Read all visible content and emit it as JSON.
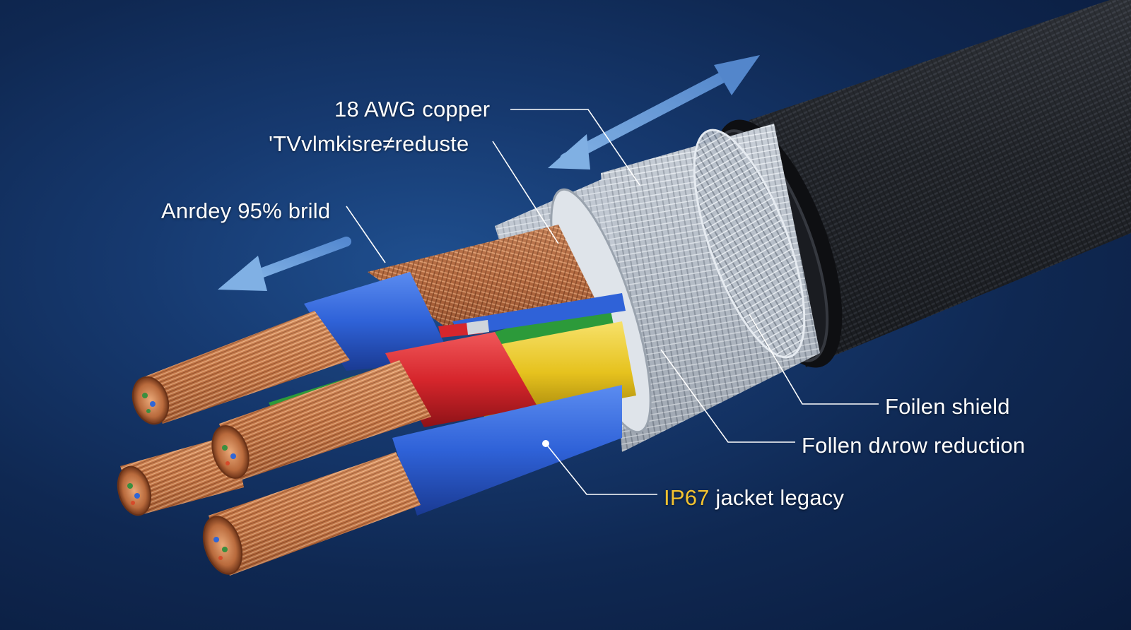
{
  "callouts": {
    "awg": "18 AWG copper",
    "twist": "'TVvlmkisre≠reduste",
    "braid": "Anrdey 95% brild",
    "shield": "Foilen shield",
    "drow": "Follen dʌrow reduction",
    "jacket_highlight": "IP67",
    "jacket_rest": " jacket legacy"
  },
  "colors": {
    "background": "#0f2852",
    "callout_text": "#ffffff",
    "highlight": "#f2c230",
    "copper": "#c87a4a",
    "blue_insulation": "#2f62d8",
    "red_insulation": "#d6262c",
    "yellow_insulation": "#e6c21e",
    "green_insulation": "#2c9a3a",
    "silver_braid": "#c5cbd3",
    "outer_jacket": "#222428",
    "arrow": "#6ea5e6"
  },
  "icons": [
    "double-arrow-icon",
    "left-arrow-icon"
  ]
}
